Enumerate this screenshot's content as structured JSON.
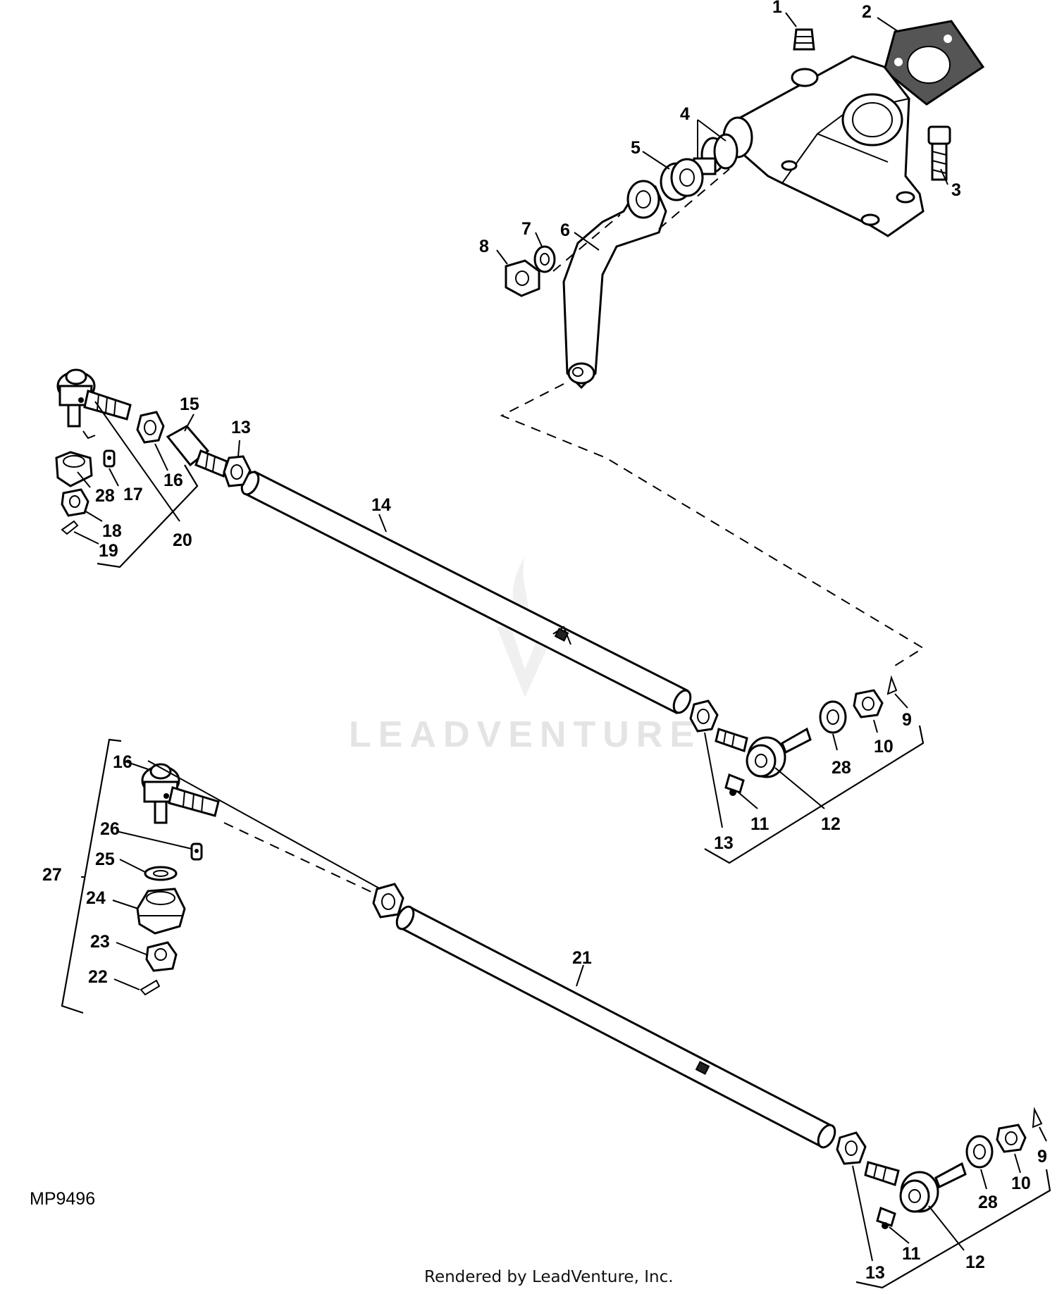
{
  "diagram": {
    "figure_id": "MP9496",
    "watermark": "LEADVENTURE",
    "footer": "Rendered by LeadVenture, Inc.",
    "callouts": {
      "c1": "1",
      "c2": "2",
      "c3": "3",
      "c4": "4",
      "c5": "5",
      "c6": "6",
      "c7": "7",
      "c8": "8",
      "c9a": "9",
      "c10a": "10",
      "c11a": "11",
      "c12a": "12",
      "c13a": "13",
      "c28a": "28",
      "c13b": "13",
      "c14": "14",
      "c15": "15",
      "c16a": "16",
      "c17": "17",
      "c28b": "28",
      "c18": "18",
      "c19": "19",
      "c20": "20",
      "c16b": "16",
      "c21": "21",
      "c22": "22",
      "c23": "23",
      "c24": "24",
      "c25": "25",
      "c26": "26",
      "c27": "27",
      "c9b": "9",
      "c10b": "10",
      "c11b": "11",
      "c12b": "12",
      "c13c": "13",
      "c28c": "28"
    }
  }
}
